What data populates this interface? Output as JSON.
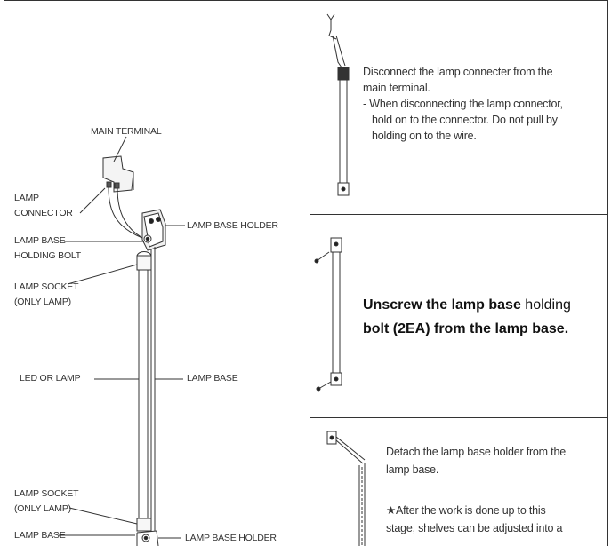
{
  "diagram_labels": {
    "main_terminal": "MAIN TERMINAL",
    "lamp_connector_1": "LAMP",
    "lamp_connector_2": "CONNECTOR",
    "lamp_base_holder_top": "LAMP BASE HOLDER",
    "lamp_base_holding_bolt_1": "LAMP BASE",
    "lamp_base_holding_bolt_2": "HOLDING BOLT",
    "lamp_socket_top_1": "LAMP SOCKET",
    "lamp_socket_top_2": "(ONLY LAMP)",
    "led_or_lamp": "LED OR LAMP",
    "lamp_base": "LAMP BASE",
    "lamp_socket_bottom_1": "LAMP SOCKET",
    "lamp_socket_bottom_2": "(ONLY LAMP)",
    "lamp_base_bottom": "LAMP BASE",
    "lamp_base_holder_bottom": "LAMP BASE HOLDER"
  },
  "steps": {
    "step1": {
      "line1": "Disconnect the lamp connecter from the",
      "line2": "main terminal.",
      "line3": "- When disconnecting the lamp connector,",
      "line4": "hold on to the connector. Do not pull by",
      "line5": "holding on to the wire."
    },
    "step2": {
      "line1_bold": "Unscrew the lamp base",
      "line1_normal": " holding",
      "line2": "bolt (2EA) from the lamp base."
    },
    "step3": {
      "line1": "Detach the lamp base holder from the",
      "line2": "lamp base.",
      "line3": "★After the work is done up to this",
      "line4": "stage, shelves can be adjusted into a"
    }
  }
}
